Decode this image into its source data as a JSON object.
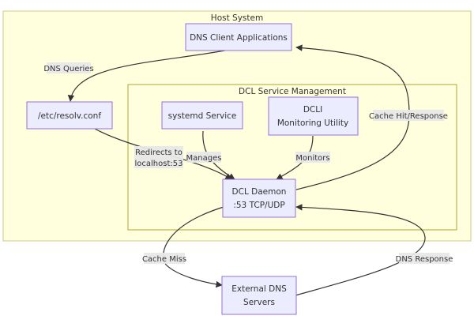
{
  "clusters": {
    "host": "Host System",
    "dcl": "DCL Service Management"
  },
  "nodes": {
    "dns_client": "DNS Client Applications",
    "resolv": "/etc/resolv.conf",
    "systemd": "systemd Service",
    "dcli_line1": "DCLI",
    "dcli_line2": "Monitoring Utility",
    "daemon_line1": "DCL Daemon",
    "daemon_line2": ":53 TCP/UDP",
    "external_line1": "External DNS",
    "external_line2": "Servers"
  },
  "edges": {
    "dns_queries": "DNS Queries",
    "redirects_line1": "Redirects to",
    "redirects_line2": "localhost:53",
    "manages": "Manages",
    "monitors": "Monitors",
    "cache_hit": "Cache Hit/Response",
    "cache_miss": "Cache Miss",
    "dns_response": "DNS Response"
  }
}
